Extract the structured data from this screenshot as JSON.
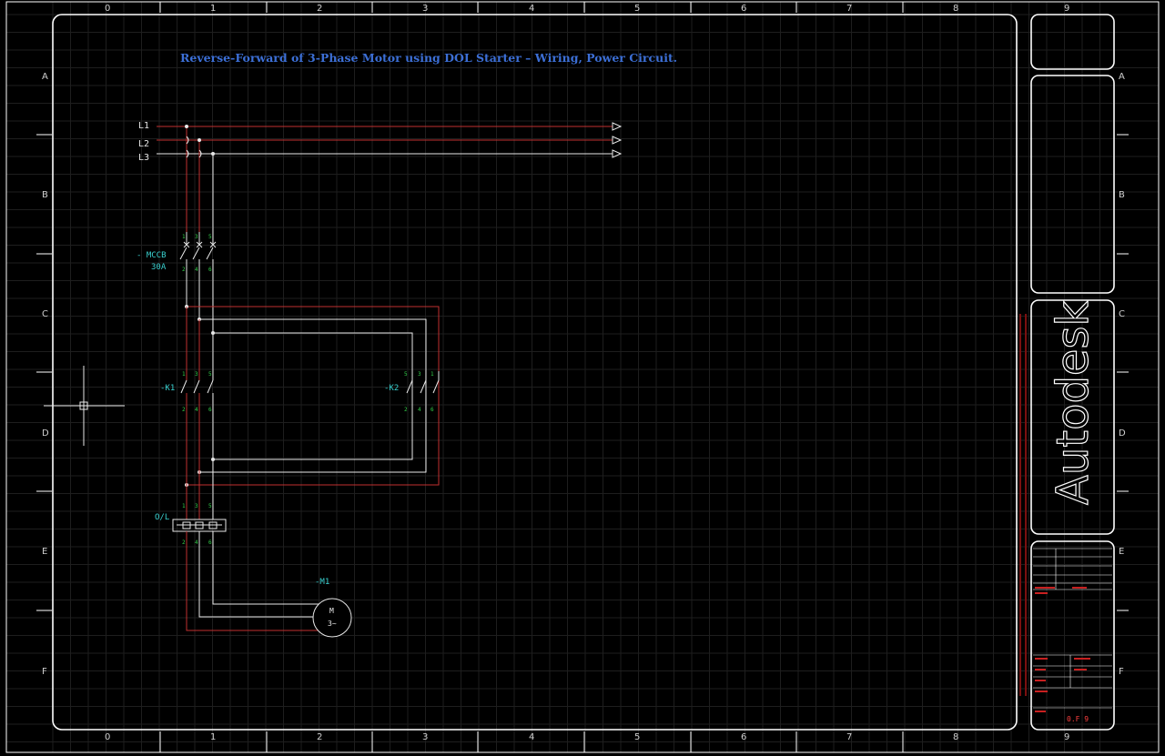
{
  "drawing": {
    "title": "Reverse-Forward of 3-Phase Motor using DOL Starter – Wiring, Power Circuit.",
    "columns": [
      "0",
      "1",
      "2",
      "3",
      "4",
      "5",
      "6",
      "7",
      "8",
      "9"
    ],
    "rows": [
      "A",
      "B",
      "C",
      "D",
      "E",
      "F"
    ]
  },
  "lines": [
    "L1",
    "L2",
    "L3"
  ],
  "components": {
    "mccb": {
      "tag": "- MCCB",
      "rating": "30A",
      "top_terms": [
        "1",
        "3",
        "5"
      ],
      "bottom_terms": [
        "2",
        "4",
        "6"
      ]
    },
    "k1": {
      "tag": "-K1",
      "top_terms": [
        "1",
        "3",
        "5"
      ],
      "bottom_terms": [
        "2",
        "4",
        "6"
      ]
    },
    "k2": {
      "tag": "-K2",
      "top_terms": [
        "5",
        "3",
        "1"
      ],
      "bottom_terms": [
        "2",
        "4",
        "6"
      ]
    },
    "overload": {
      "tag": "O/L",
      "top_terms": [
        "1",
        "3",
        "5"
      ],
      "bottom_terms": [
        "2",
        "4",
        "6"
      ]
    },
    "motor": {
      "tag": "-M1",
      "label": "M",
      "phase": "3~"
    }
  },
  "title_block": {
    "logo": "Autodesk",
    "sheet": "0.F 9"
  },
  "colors": {
    "background": "#000000",
    "border": "#ffffff",
    "grid": "#2a2a2a",
    "wire": "#e8e8e8",
    "pe_wire": "#c03030",
    "label": "#39d0cf",
    "title": "#3c6fd6",
    "terminal": "#33d04a"
  }
}
